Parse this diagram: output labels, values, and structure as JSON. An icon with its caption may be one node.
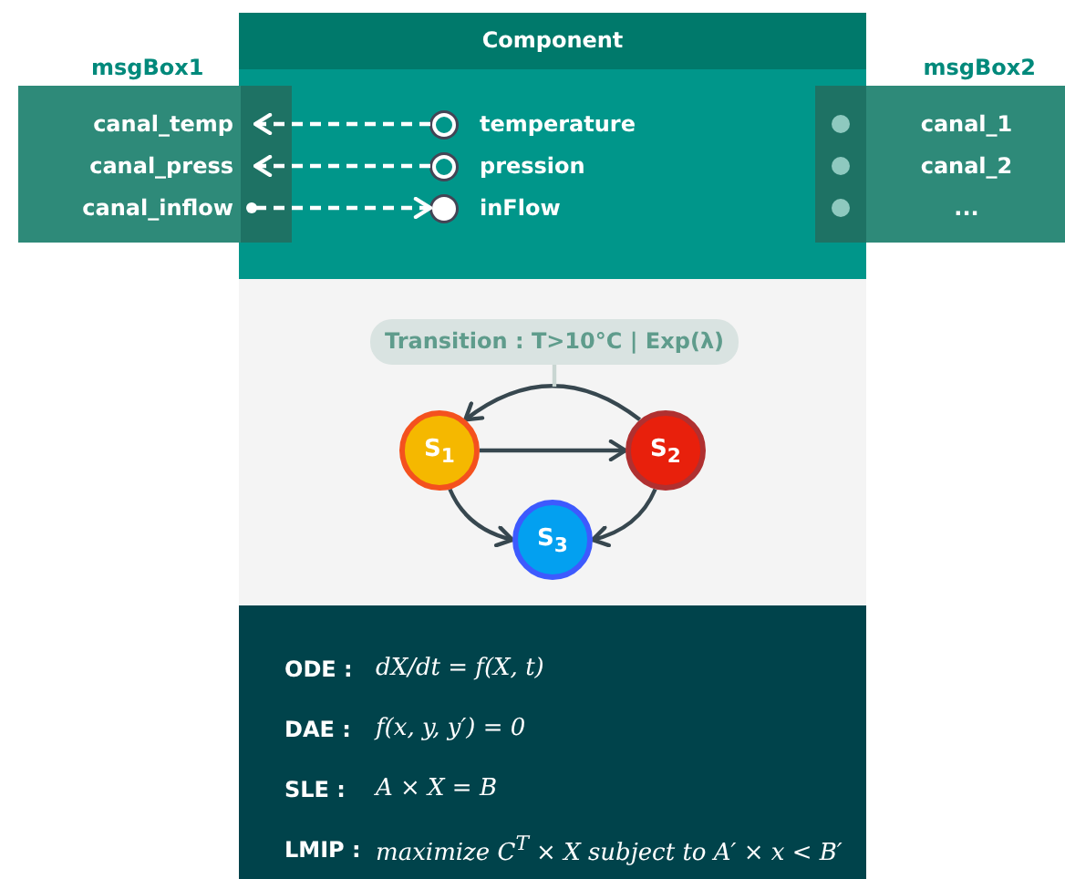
{
  "diagram": {
    "nodes": [
      {
        "text": [
          "Component"
        ]
      },
      {
        "text": [
          "msgBox1"
        ]
      },
      {
        "text": [
          "canal_temp"
        ],
        "in": 1
      },
      {
        "text": [
          "canal_press"
        ],
        "in": 1
      },
      {
        "text": [
          "canal_inflow"
        ],
        "in": 1
      },
      {
        "text": [
          "temperature"
        ],
        "in": 0
      },
      {
        "text": [
          "pression"
        ],
        "in": 0
      },
      {
        "text": [
          "inFlow"
        ],
        "in": 0
      },
      {
        "text": [
          "msgBox2"
        ]
      },
      {
        "text": [
          "canal_1"
        ],
        "in": 8
      },
      {
        "text": [
          "canal_2"
        ],
        "in": 8
      },
      {
        "text": [
          "..."
        ],
        "in": 8
      },
      {
        "text": [
          "Transition : T>10°C | Exp(λ)"
        ]
      },
      {
        "text": [
          "S$_{1}$"
        ]
      },
      {
        "text": [
          "S$_{2}$"
        ]
      },
      {
        "text": [
          "S$_{3}$"
        ]
      },
      {
        "text": [
          "ODE :",
          "dX/dt = f(X, t)",
          "DAE :",
          "f(x, y, y′) = 0",
          "SLE :",
          "A × X = B",
          "LMIP :",
          "maximize C$^{T}$ × X  subject to A′ × x < B′"
        ]
      }
    ],
    "edges": [
      {
        "from": 5,
        "to": 2,
        "arrow": "to",
        "style": "dashed",
        "color": "#ffffff"
      },
      {
        "from": 6,
        "to": 3,
        "arrow": "to",
        "style": "dashed",
        "color": "#ffffff"
      },
      {
        "from": 4,
        "to": 7,
        "arrow": "to",
        "style": "dashed",
        "color": "#ffffff"
      },
      {
        "from": 13,
        "to": 14,
        "arrow": "to"
      },
      {
        "from": 14,
        "to": 13,
        "arrow": "to"
      },
      {
        "from": 13,
        "to": 15,
        "arrow": "to"
      },
      {
        "from": 14,
        "to": 15,
        "arrow": "to"
      },
      {
        "from": 12,
        "to": null,
        "arrow": "none",
        "color": "#c9d6d2"
      }
    ]
  }
}
